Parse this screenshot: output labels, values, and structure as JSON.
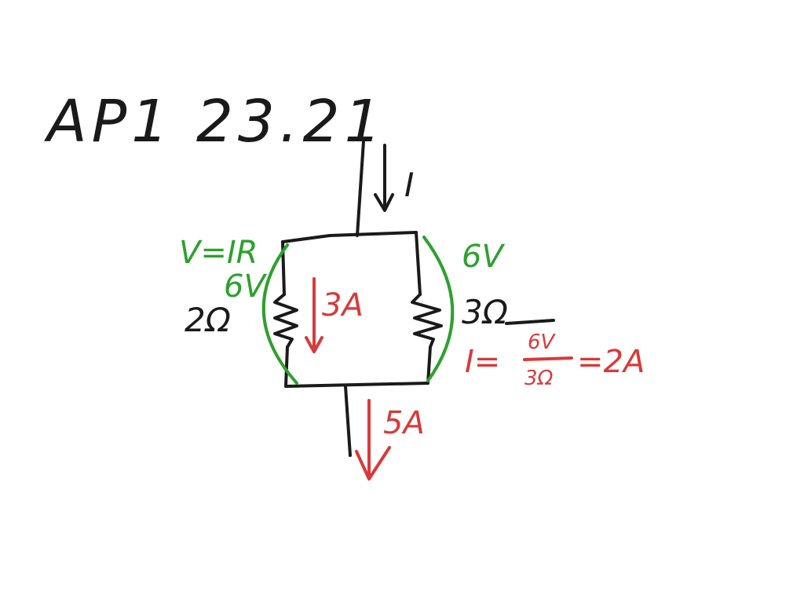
{
  "title": "AP1 23.21",
  "labels": {
    "current_in": "I",
    "v_ir": "V=IR",
    "left_voltage": "6V",
    "left_resistance": "2Ω",
    "left_current": "3A",
    "right_voltage": "6V",
    "right_resistance": "3Ω",
    "calc_lhs": "I=",
    "calc_num": "6V",
    "calc_den": "3Ω",
    "calc_rhs": "=2A",
    "current_out": "5A"
  },
  "colors": {
    "ink": "#1a1a1a",
    "green": "#2ea02e",
    "red": "#d83a3a"
  }
}
